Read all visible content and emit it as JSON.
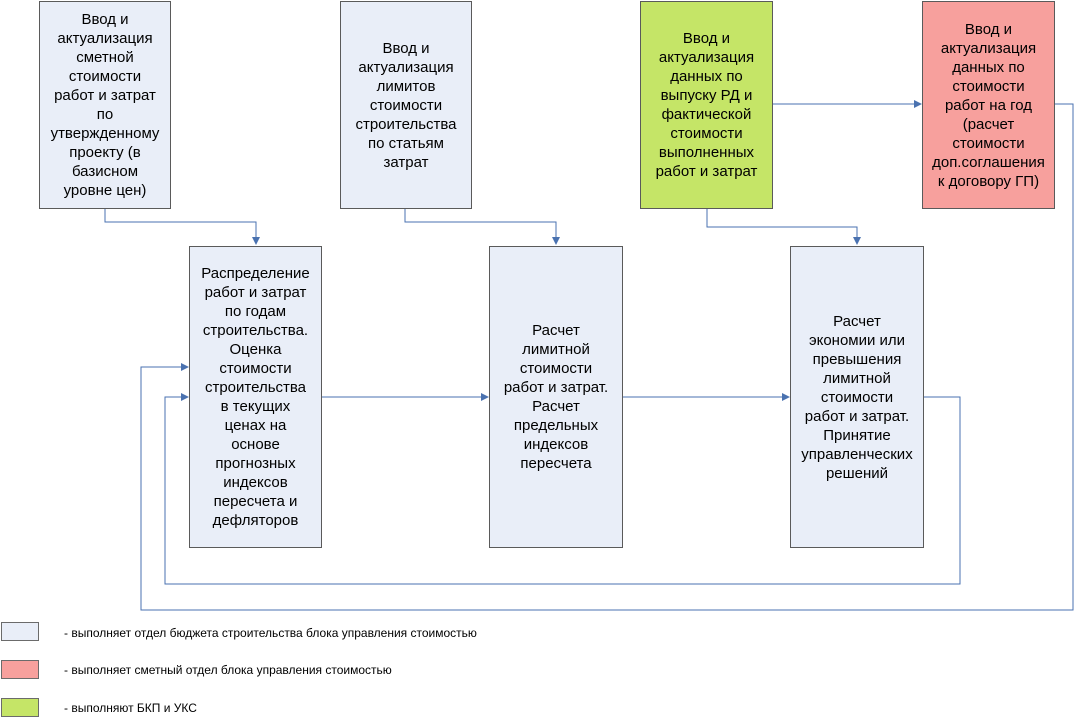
{
  "colors": {
    "budget_dept": "#e9eef8",
    "estimate_dept": "#f7a09d",
    "bkp_uks": "#c5e567",
    "arrow": "#4a72b0"
  },
  "boxes": {
    "estimate_input": "Ввод и\nактуализация\nсметной\nстоимости\nработ и затрат\nпо\nутвержденному\nпроекту (в\nбазисном\nуровне цен)",
    "limits_input": "Ввод и\nактуализация\nлимитов\nстоимости\nстроительства\nпо статьям\nзатрат",
    "rd_input": "Ввод и\nактуализация\nданных по\nвыпуску РД и\nфактической\nстоимости\nвыполненных\nработ и затрат",
    "year_cost_input": "Ввод и\nактуализация\nданных по\nстоимости\nработ на год\n(расчет\nстоимости\nдоп.соглашения\nк договору ГП)",
    "distribution": "Распределение\nработ и затрат\nпо годам\nстроительства.\nОценка\nстоимости\nстроительства\nв текущих\nценах на\nоснове\nпрогнозных\nиндексов\nпересчета и\nдефляторов",
    "limit_calc": "Расчет\nлимитной\nстоимости\nработ и затрат.\nРасчет\nпредельных\nиндексов\nпересчета",
    "savings_calc": "Расчет\nэкономии или\nпревышения\nлимитной\nстоимости\nработ и затрат.\nПринятие\nуправленческих\nрешений"
  },
  "legend": [
    {
      "text": "- выполняет отдел бюджета строительства блока управления стоимостью",
      "color": "#e9eef8"
    },
    {
      "text": "- выполняет сметный отдел  блока управления стоимостью",
      "color": "#f7a09d"
    },
    {
      "text": "- выполняют БКП и УКС",
      "color": "#c5e567"
    }
  ]
}
